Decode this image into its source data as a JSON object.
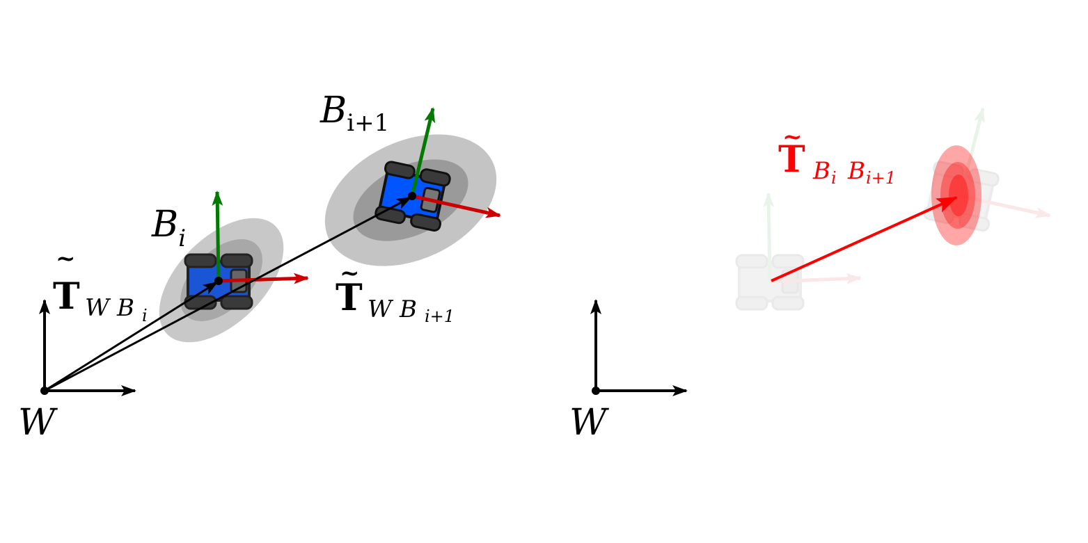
{
  "left_panel": {
    "world_label": "W",
    "body_i_label": {
      "base": "B",
      "sub": "i"
    },
    "body_i1_label": {
      "base": "B",
      "sub": "i+1"
    },
    "pose_i_label": {
      "base": "T",
      "tilde": "~",
      "sub": "W",
      "sub2": "B",
      "sub3": "i"
    },
    "pose_i1_label": {
      "base": "T",
      "tilde": "~",
      "sub": "W",
      "sub2": "B",
      "sub3": "i+1"
    }
  },
  "right_panel": {
    "world_label": "W",
    "relative_pose_label": {
      "base": "T",
      "tilde": "~",
      "sub": "B",
      "sub2": "i",
      "sub3": "B",
      "sub4": "i+1"
    }
  },
  "colors": {
    "x_axis": "#cc0000",
    "y_axis": "#007a00",
    "robot_body": "#0055ff",
    "robot_wheel": "#333333",
    "covariance": "#888888",
    "relative": "#ff0000",
    "black": "#000000"
  }
}
